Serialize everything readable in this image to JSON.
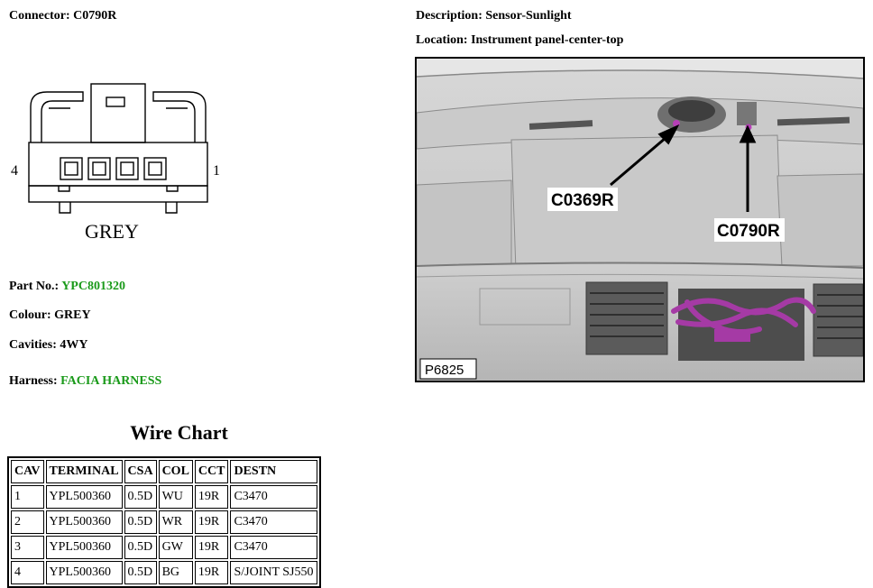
{
  "header": {
    "connector_label": "Connector:",
    "connector_value": "C0790R",
    "description_label": "Description:",
    "description_value": "Sensor-Sunlight",
    "location_label": "Location:",
    "location_value": "Instrument panel-center-top"
  },
  "diagram": {
    "pin_left": "4",
    "pin_right": "1",
    "colour_text": "GREY"
  },
  "details": {
    "part_label": "Part No.:",
    "part_value": "YPC801320",
    "colour_label": "Colour:",
    "colour_value": "GREY",
    "cavities_label": "Cavities:",
    "cavities_value": "4WY",
    "harness_label": "Harness:",
    "harness_value": "FACIA HARNESS"
  },
  "photo": {
    "callout_1": "C0369R",
    "callout_2": "C0790R",
    "figure_id": "P6825"
  },
  "colors": {
    "link_green": "#1a9a1a",
    "harness_magenta": "#9a1f9a"
  },
  "wire_chart": {
    "title": "Wire Chart",
    "headers": [
      "CAV",
      "TERMINAL",
      "CSA",
      "COL",
      "CCT",
      "DESTN"
    ],
    "rows": [
      [
        "1",
        "YPL500360",
        "0.5D",
        "WU",
        "19R",
        "C3470"
      ],
      [
        "2",
        "YPL500360",
        "0.5D",
        "WR",
        "19R",
        "C3470"
      ],
      [
        "3",
        "YPL500360",
        "0.5D",
        "GW",
        "19R",
        "C3470"
      ],
      [
        "4",
        "YPL500360",
        "0.5D",
        "BG",
        "19R",
        "S/JOINT SJ550"
      ]
    ]
  }
}
